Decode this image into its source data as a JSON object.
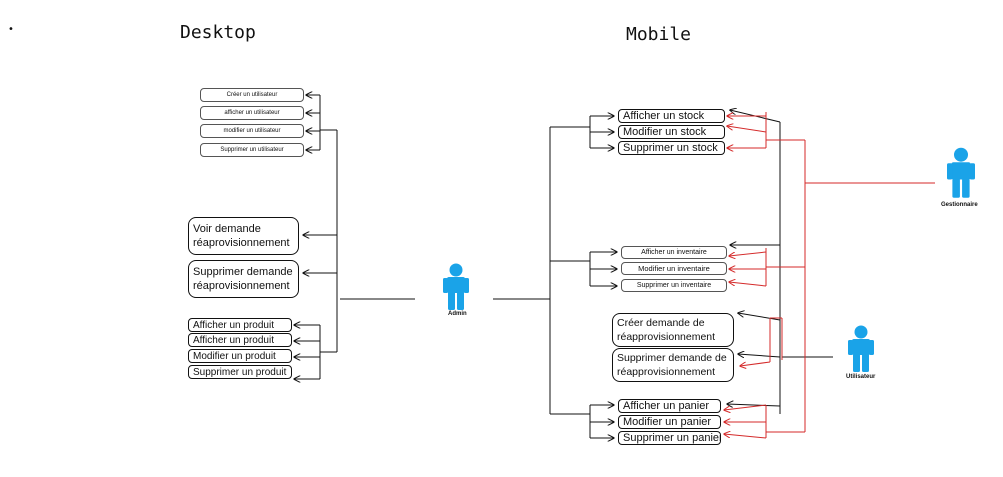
{
  "bullet": "•",
  "headings": {
    "desktop": "Desktop",
    "mobile": "Mobile"
  },
  "actors": {
    "admin": "Admin",
    "gestionnaire": "Gestionnaire",
    "utilisateur": "Utilisateur"
  },
  "desktop": {
    "user_cases": [
      "Créer un utilisateur",
      "afficher un utilisateur",
      "modifier un utilisateur",
      "Supprimer un utilisateur"
    ],
    "demande_cases": [
      "Voir demande réaprovisionnement",
      "Supprimer demande réaprovisionnement"
    ],
    "produit_cases": [
      "Afficher un produit",
      "Afficher un produit",
      "Modifier un produit",
      "Supprimer un produit"
    ]
  },
  "mobile": {
    "stock_cases": [
      "Afficher un stock",
      "Modifier un stock",
      "Supprimer un stock"
    ],
    "inventaire_cases": [
      "Afficher un inventaire",
      "Modifier un inventaire",
      "Supprimer un inventaire"
    ],
    "demande_cases": [
      "Créer demande de réapprovisionnement",
      "Supprimer demande de réapprovisionnement"
    ],
    "panier_cases": [
      "Afficher un panier",
      "Modifier un panier",
      "Supprimer un panier"
    ]
  },
  "colors": {
    "actor": "#1aa3e8",
    "line": "#111111",
    "red_line": "#d42a2a"
  }
}
